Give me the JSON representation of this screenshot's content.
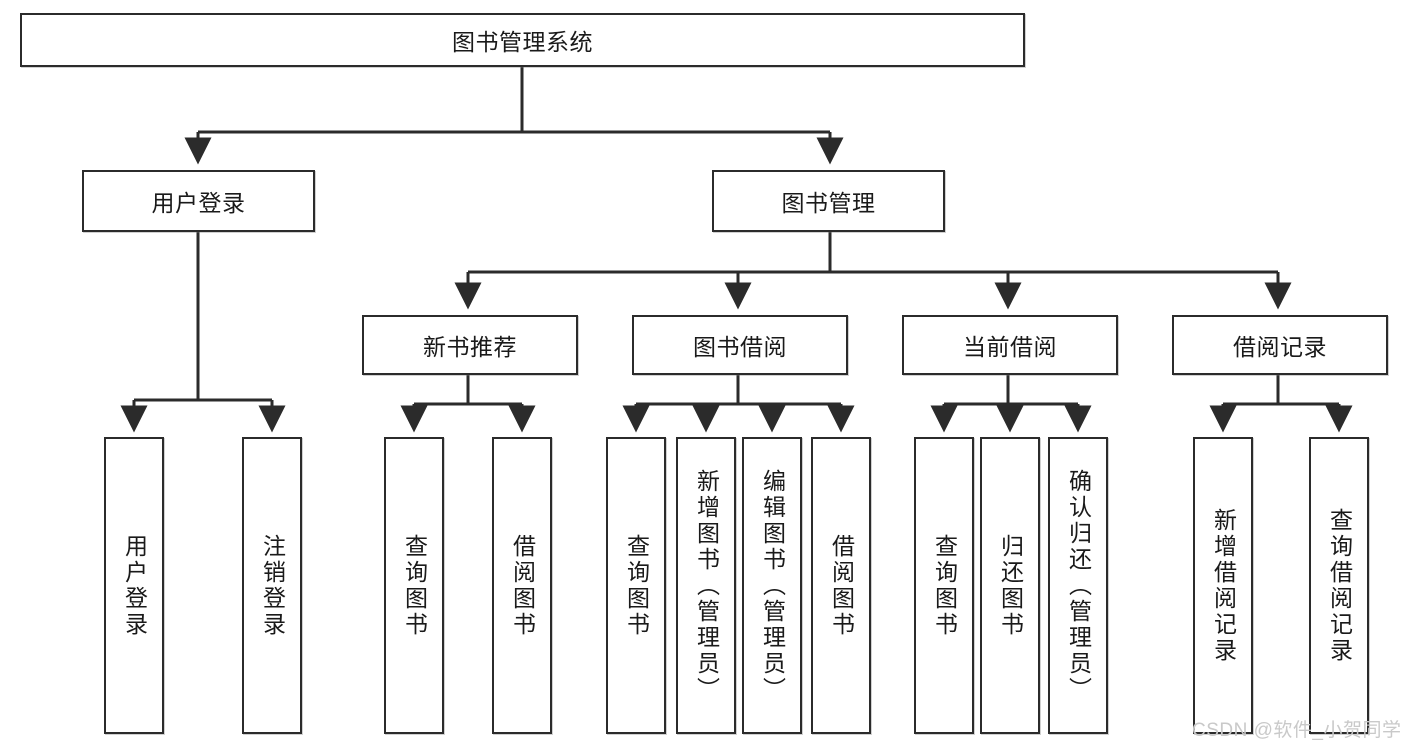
{
  "diagram": {
    "title": "图书管理系统",
    "root": {
      "label": "图书管理系统"
    },
    "level2": [
      {
        "label": "用户登录"
      },
      {
        "label": "图书管理"
      }
    ],
    "level3": [
      {
        "label": "新书推荐"
      },
      {
        "label": "图书借阅"
      },
      {
        "label": "当前借阅"
      },
      {
        "label": "借阅记录"
      }
    ],
    "leaves": {
      "user_login": [
        {
          "label": "用户登录"
        },
        {
          "label": "注销登录"
        }
      ],
      "new_book_recommend": [
        {
          "label": "查询图书"
        },
        {
          "label": "借阅图书"
        }
      ],
      "book_borrow": [
        {
          "label": "查询图书"
        },
        {
          "label": "新增图书（管理员）"
        },
        {
          "label": "编辑图书（管理员）"
        },
        {
          "label": "借阅图书"
        }
      ],
      "current_borrow": [
        {
          "label": "查询图书"
        },
        {
          "label": "归还图书"
        },
        {
          "label": "确认归还（管理员）"
        }
      ],
      "borrow_record": [
        {
          "label": "新增借阅记录"
        },
        {
          "label": "查询借阅记录"
        }
      ]
    }
  },
  "watermark": {
    "text": "CSDN @软件_小贺同学"
  },
  "colors": {
    "stroke": "#2b2b2b",
    "fill": "#ffffff",
    "text": "#1a1a1a",
    "watermark": "#c9c9c9"
  }
}
